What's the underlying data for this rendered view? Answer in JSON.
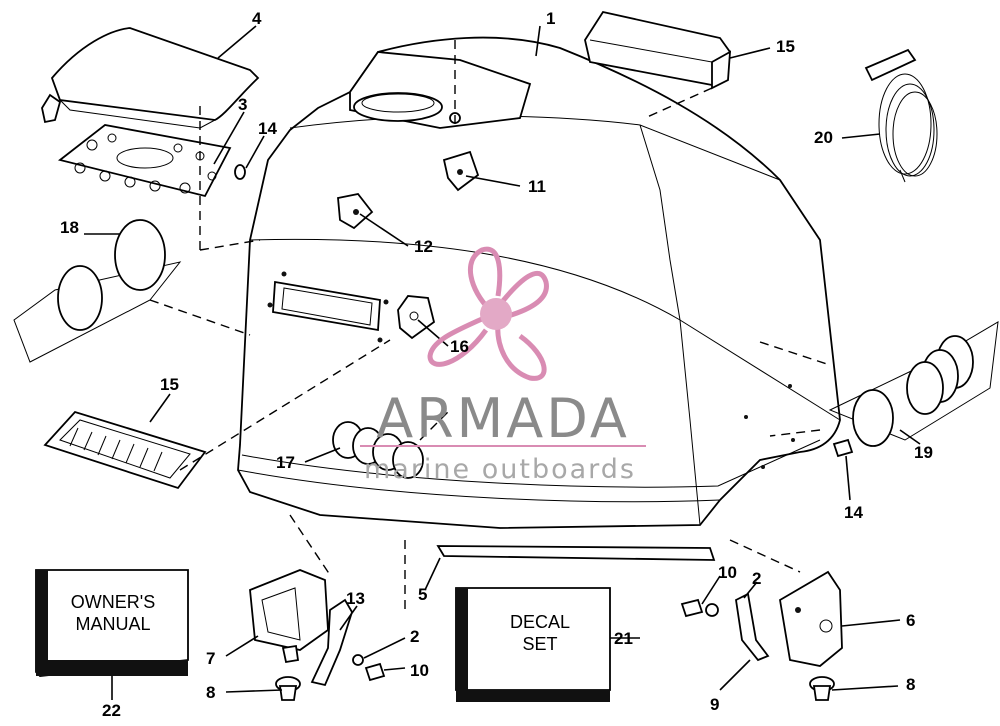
{
  "callouts": {
    "c1": "1",
    "c2a": "2",
    "c2b": "2",
    "c3": "3",
    "c4": "4",
    "c5": "5",
    "c6": "6",
    "c7": "7",
    "c8a": "8",
    "c8b": "8",
    "c9": "9",
    "c10a": "10",
    "c10b": "10",
    "c11": "11",
    "c12": "12",
    "c13": "13",
    "c14a": "14",
    "c14b": "14",
    "c15a": "15",
    "c15b": "15",
    "c16": "16",
    "c17": "17",
    "c18": "18",
    "c19": "19",
    "c20": "20",
    "c21": "21",
    "c22": "22"
  },
  "manual_box": {
    "line1": "OWNER'S",
    "line2": "MANUAL"
  },
  "decal_box": {
    "line1": "DECAL",
    "line2": "SET"
  },
  "watermark": {
    "name": "ARMADA",
    "tagline": "marine outboards",
    "logo_color": "#d98cb3"
  }
}
